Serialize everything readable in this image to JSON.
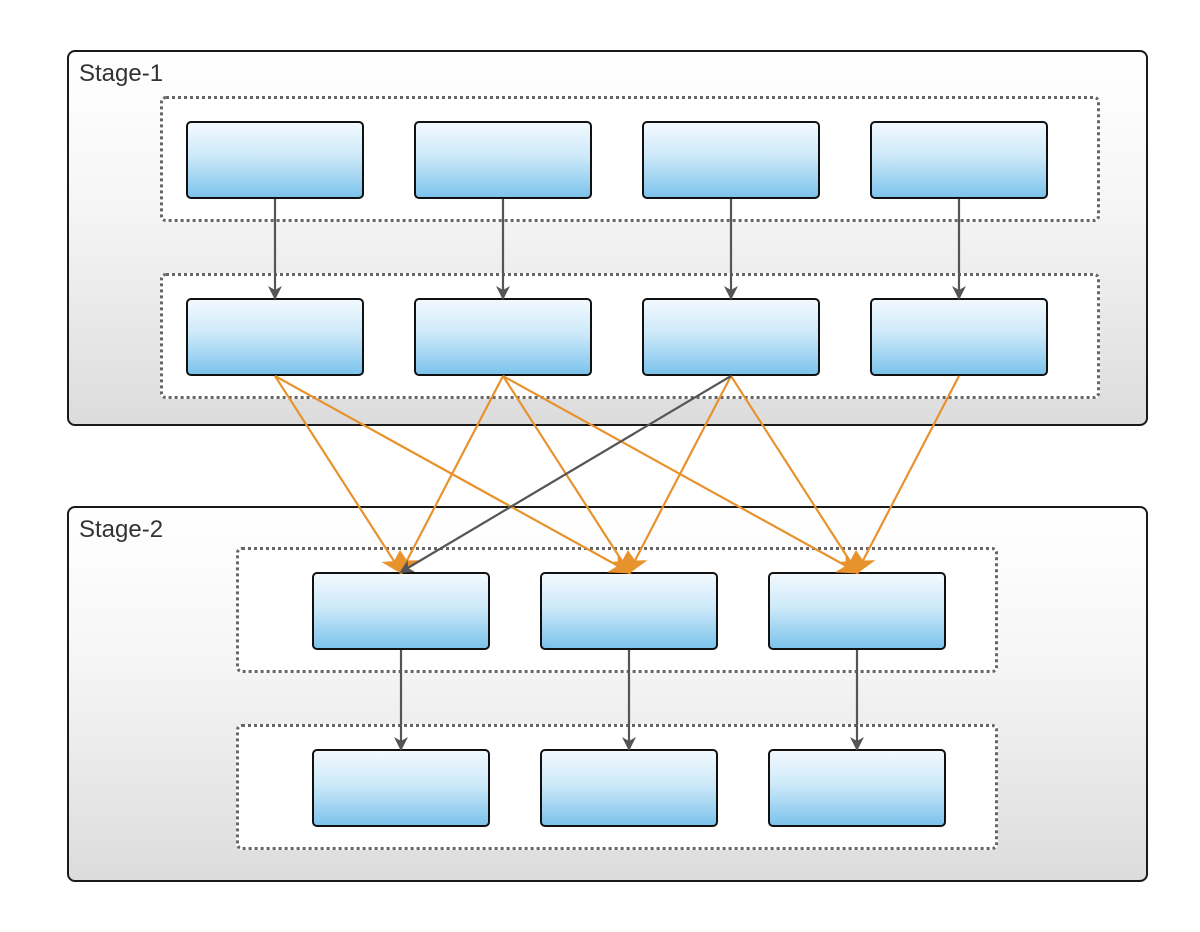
{
  "stages": [
    {
      "title": "Stage-1"
    },
    {
      "title": "Stage-2"
    }
  ],
  "colors": {
    "node_border": "#111111",
    "node_fill_top": "#f2f9fe",
    "node_fill_bottom": "#7cc3ec",
    "edge_gray": "#555555",
    "edge_orange": "#e8922d",
    "group_dots": "#666666"
  },
  "edges": {
    "gray": [
      [
        "s1-r1-n1",
        "s1-r2-n1"
      ],
      [
        "s1-r1-n2",
        "s1-r2-n2"
      ],
      [
        "s1-r1-n3",
        "s1-r2-n3"
      ],
      [
        "s1-r1-n4",
        "s1-r2-n4"
      ],
      [
        "s1-r2-n3",
        "s2-r1-n1"
      ],
      [
        "s2-r1-n1",
        "s2-r2-n1"
      ],
      [
        "s2-r1-n2",
        "s2-r2-n2"
      ],
      [
        "s2-r1-n3",
        "s2-r2-n3"
      ]
    ],
    "orange": [
      [
        "s1-r2-n1",
        "s2-r1-n1"
      ],
      [
        "s1-r2-n1",
        "s2-r1-n2"
      ],
      [
        "s1-r2-n2",
        "s2-r1-n1"
      ],
      [
        "s1-r2-n2",
        "s2-r1-n2"
      ],
      [
        "s1-r2-n2",
        "s2-r1-n3"
      ],
      [
        "s1-r2-n3",
        "s2-r1-n2"
      ],
      [
        "s1-r2-n3",
        "s2-r1-n3"
      ],
      [
        "s1-r2-n4",
        "s2-r1-n3"
      ]
    ]
  }
}
